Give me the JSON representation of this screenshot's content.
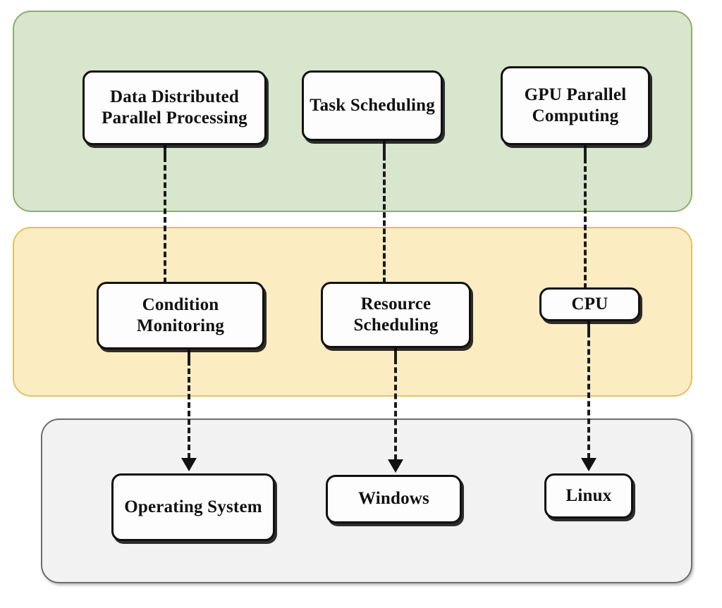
{
  "diagram": {
    "type": "layered-architecture",
    "title": "",
    "layers": [
      {
        "id": "application-layer",
        "name": "green-layer",
        "fill": "#d7e6cc",
        "stroke": "#8cae6d",
        "nodes": [
          {
            "id": "data-distributed-parallel-processing",
            "label": "Data  Distributed\nParallel Processing"
          },
          {
            "id": "task-scheduling",
            "label": "Task Scheduling"
          },
          {
            "id": "gpu-parallel-computing",
            "label": "GPU Parallel\nComputing"
          }
        ]
      },
      {
        "id": "resource-layer",
        "name": "yellow-layer",
        "fill": "#fbecc2",
        "stroke": "#e0c163",
        "nodes": [
          {
            "id": "condition-monitoring",
            "label": "Condition\nMonitoring"
          },
          {
            "id": "resource-scheduling",
            "label": "Resource\nScheduling"
          },
          {
            "id": "cpu",
            "label": "CPU"
          }
        ]
      },
      {
        "id": "system-layer",
        "name": "gray-layer",
        "fill": "#f2f2f2",
        "stroke": "#6d6d6d",
        "nodes": [
          {
            "id": "operating-system",
            "label": "Operating System"
          },
          {
            "id": "windows",
            "label": "Windows"
          },
          {
            "id": "linux",
            "label": "Linux"
          }
        ]
      }
    ],
    "connectors": [
      {
        "id": "c1",
        "from": "data-distributed-parallel-processing",
        "to": "condition-monitoring",
        "style": "dashed",
        "arrow": false
      },
      {
        "id": "c2",
        "from": "task-scheduling",
        "to": "resource-scheduling",
        "style": "dashed",
        "arrow": false
      },
      {
        "id": "c3",
        "from": "gpu-parallel-computing",
        "to": "cpu",
        "style": "dashed",
        "arrow": false
      },
      {
        "id": "c4",
        "from": "condition-monitoring",
        "to": "operating-system",
        "style": "dashed",
        "arrow": true
      },
      {
        "id": "c5",
        "from": "resource-scheduling",
        "to": "windows",
        "style": "dashed",
        "arrow": true
      },
      {
        "id": "c6",
        "from": "cpu",
        "to": "linux",
        "style": "dashed",
        "arrow": true
      }
    ]
  },
  "colors": {
    "node_fill": "#fdfdfd",
    "node_stroke": "#111111",
    "connector": "#1a1a1a",
    "background": "#ffffff"
  }
}
